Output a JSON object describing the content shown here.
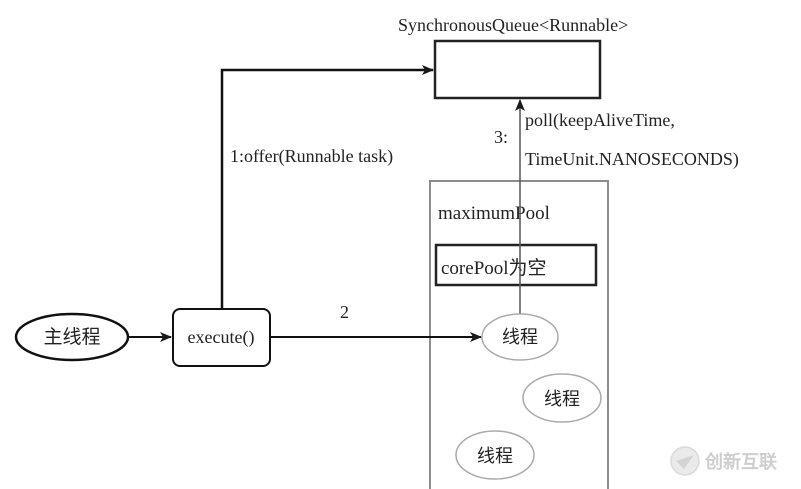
{
  "queue": {
    "title": "SynchronousQueue<Runnable>"
  },
  "main_thread": {
    "label": "主线程"
  },
  "execute": {
    "label": "execute()"
  },
  "pool": {
    "label": "maximumPool",
    "core_label": "corePool为空",
    "threads": [
      "线程",
      "线程",
      "线程"
    ]
  },
  "arrows": {
    "offer_label": "1:offer(Runnable task)",
    "step2_label": "2",
    "step3_number": "3:",
    "poll_line1": "poll(keepAliveTime,",
    "poll_line2": "TimeUnit.NANOSECONDS)"
  },
  "watermark": {
    "text": "创新互联"
  }
}
